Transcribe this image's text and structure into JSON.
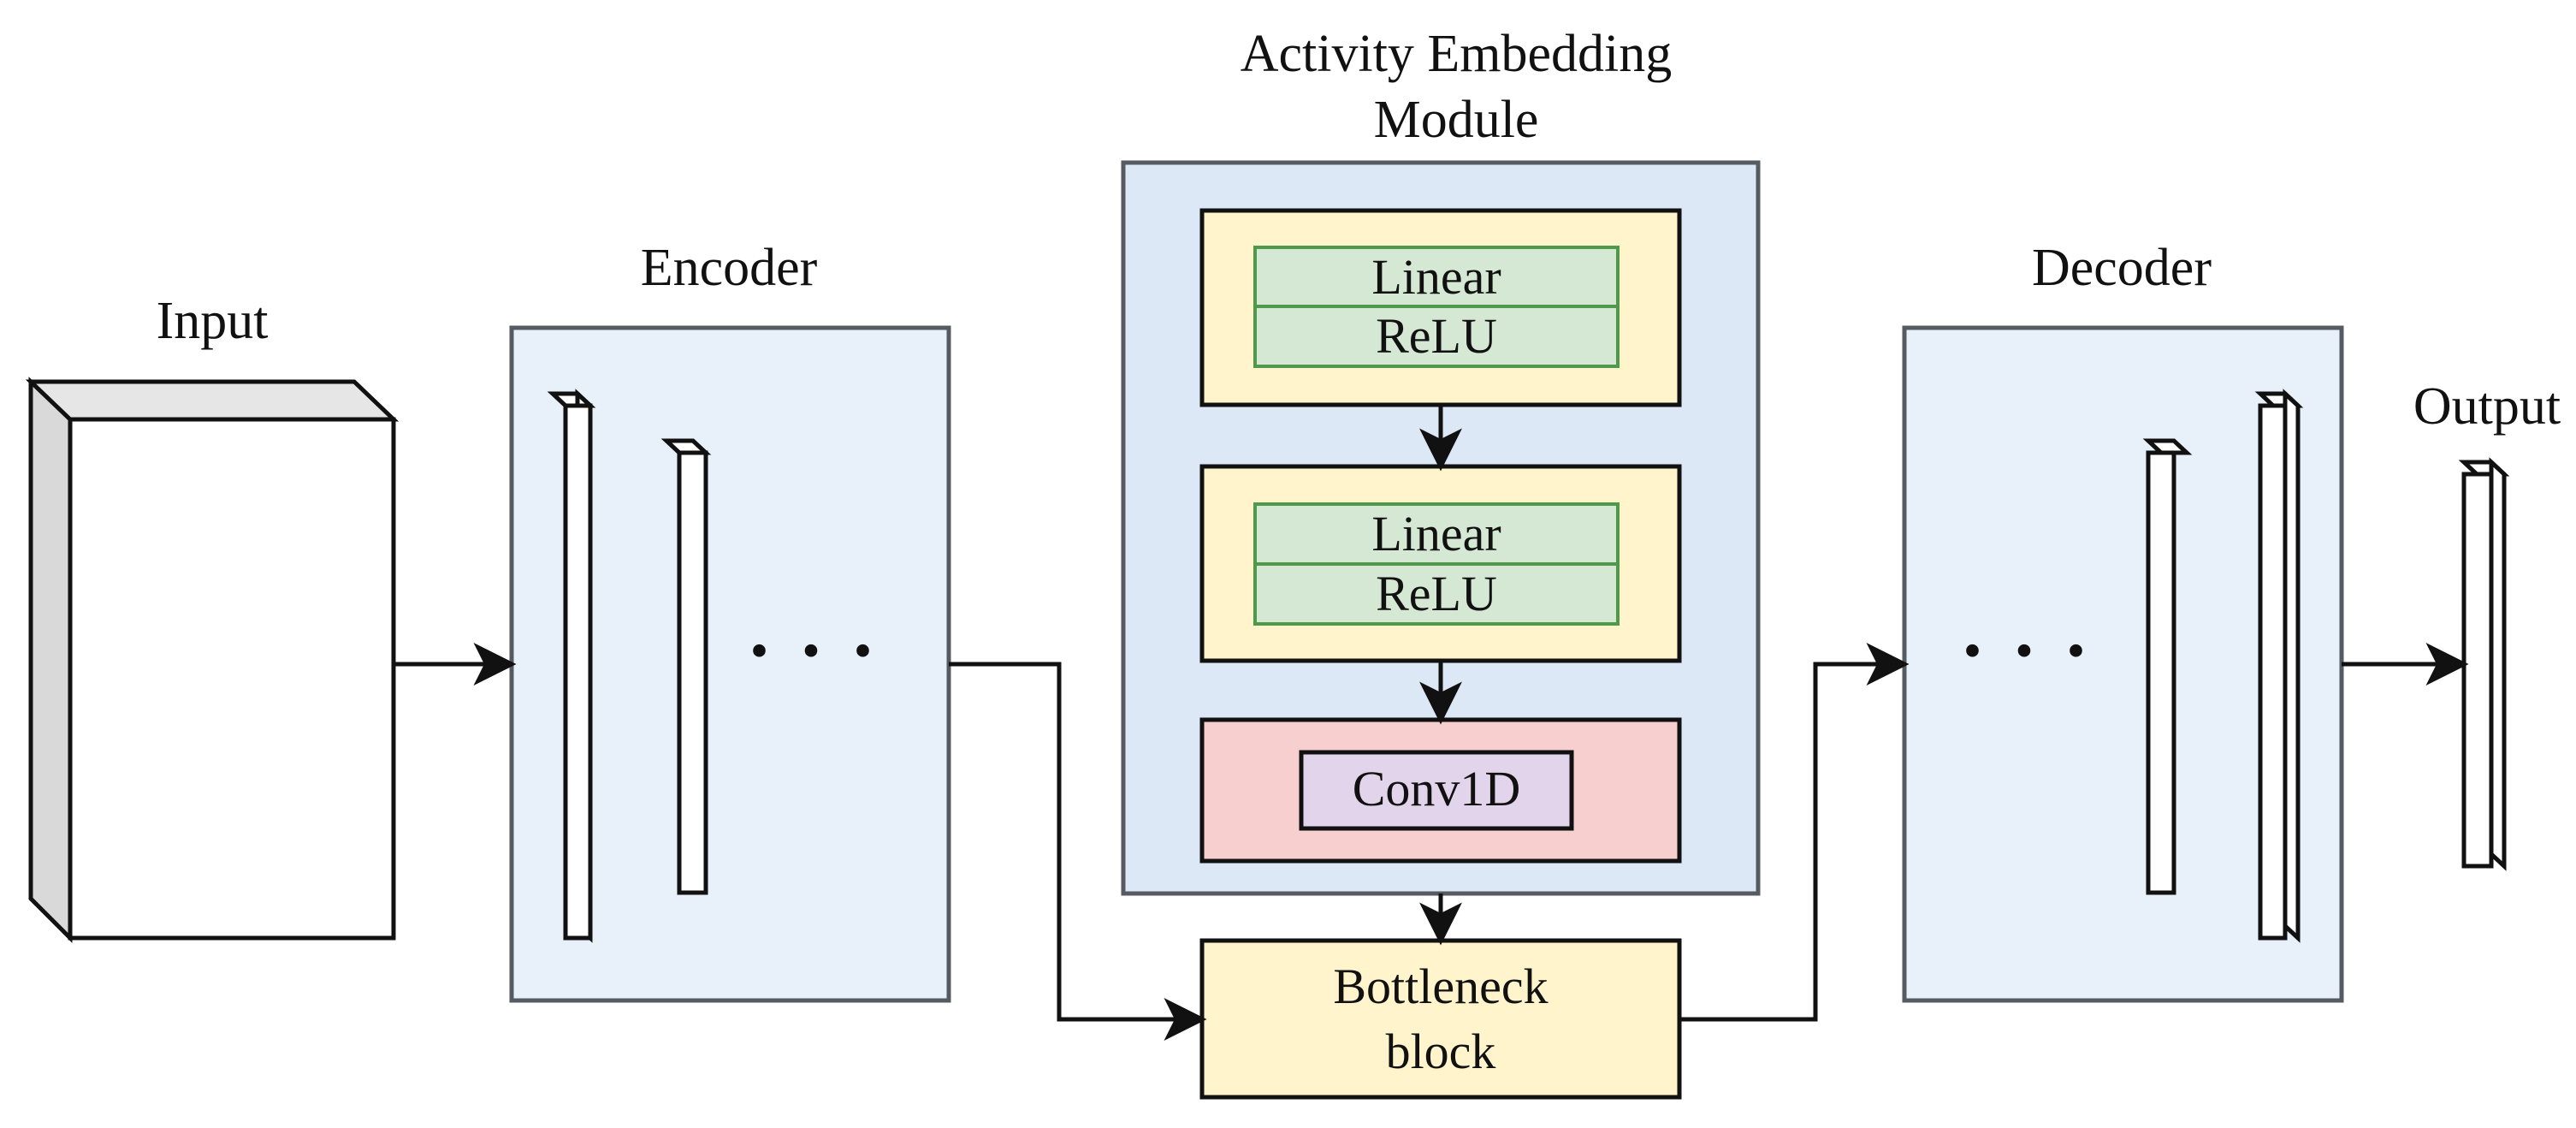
{
  "labels": {
    "input": "Input",
    "encoder": "Encoder",
    "activity_line1": "Activity Embedding",
    "activity_line2": "Module",
    "decoder": "Decoder",
    "output": "Output"
  },
  "ellipsis": "· · ·",
  "activity_module": {
    "block1": {
      "top": "Linear",
      "bottom": "ReLU"
    },
    "block2": {
      "top": "Linear",
      "bottom": "ReLU"
    },
    "conv": "Conv1D"
  },
  "bottleneck": {
    "line1": "Bottleneck",
    "line2": "block"
  },
  "colors": {
    "panel_blue": "#e8f0f9",
    "activity_blue": "#dde8f6",
    "block_yellow": "#fff4cc",
    "inner_green": "#d4e8d3",
    "conv_red": "#f7cfcf",
    "conv_purple": "#e2d4ea",
    "cube_side": "#d9d9d9",
    "cube_top": "#e6e6e6"
  }
}
